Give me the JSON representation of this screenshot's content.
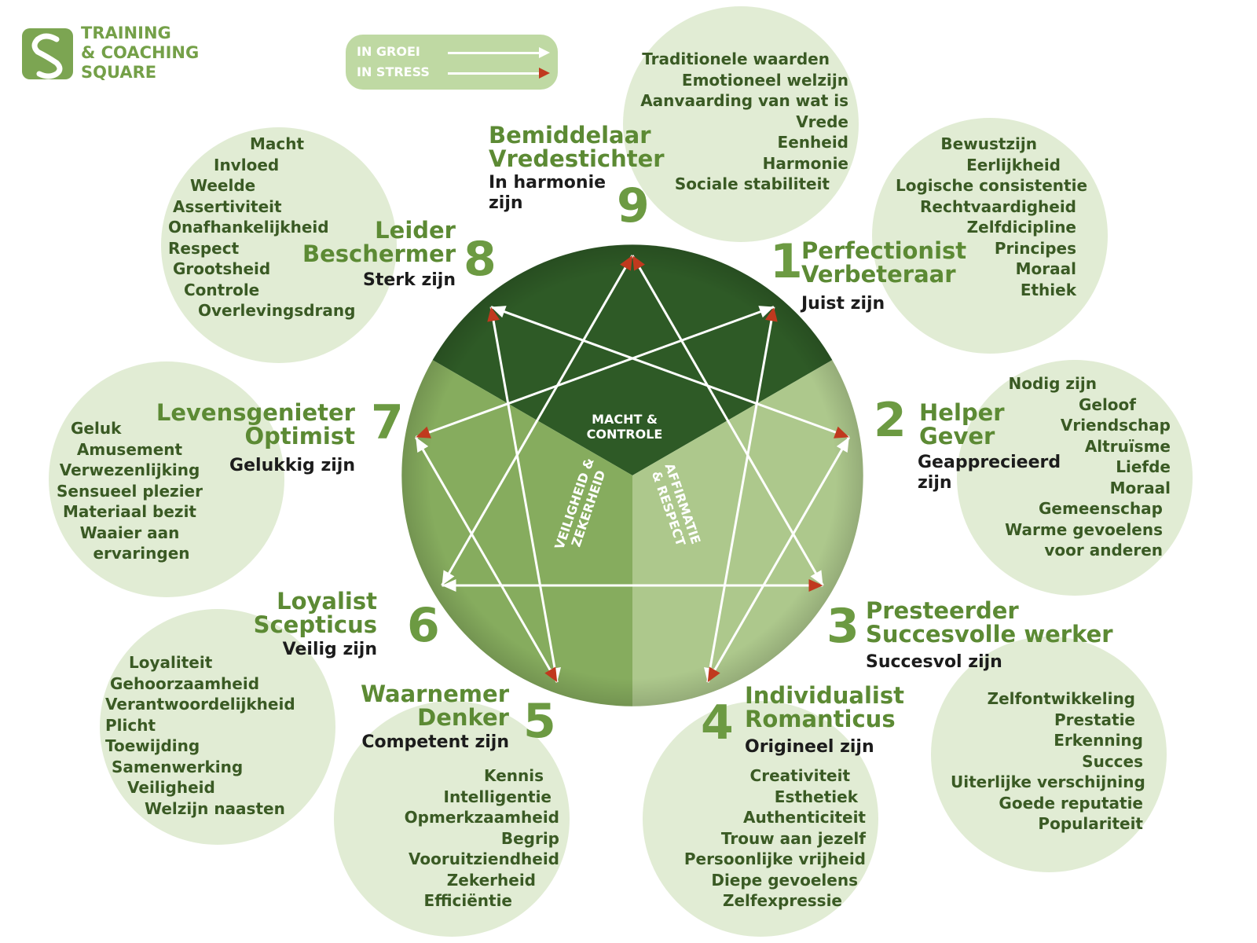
{
  "logo": {
    "line1": "TRAINING",
    "line2": "& COACHING",
    "line3": "SQUARE"
  },
  "legend": {
    "growth": "IN GROEI",
    "stress": "IN STRESS"
  },
  "center": {
    "top": {
      "line1": "MACHT &",
      "line2": "CONTROLE"
    },
    "left": {
      "line1": "VEILIGHEID &",
      "line2": "ZEKERHEID"
    },
    "right": {
      "line1": "AFFIRMATIE",
      "line2": "& RESPECT"
    }
  },
  "types": [
    {
      "number": "9",
      "title1": "Bemiddelaar",
      "title2": "Vredestichter",
      "motto1": "In harmonie",
      "motto2": "zijn",
      "values": [
        "Traditionele waarden",
        "Emotioneel welzijn",
        "Aanvaarding van wat is",
        "Vrede",
        "Eenheid",
        "Harmonie",
        "Sociale stabiliteit"
      ]
    },
    {
      "number": "1",
      "title1": "Perfectionist",
      "title2": "Verbeteraar",
      "motto": "Juist zijn",
      "values": [
        "Bewustzijn",
        "Eerlijkheid",
        "Logische consistentie",
        "Rechtvaardigheid",
        "Zelfdicipline",
        "Principes",
        "Moraal",
        "Ethiek"
      ]
    },
    {
      "number": "2",
      "title1": "Helper",
      "title2": "Gever",
      "motto1": "Geapprecieerd",
      "motto2": "zijn",
      "values": [
        "Nodig zijn",
        "Geloof",
        "Vriendschap",
        "Altruïsme",
        "Liefde",
        "Moraal",
        "Gemeenschap",
        "Warme gevoelens",
        "voor anderen"
      ]
    },
    {
      "number": "3",
      "title1": "Presteerder",
      "title2": "Succesvolle werker",
      "motto": "Succesvol zijn",
      "values": [
        "Zelfontwikkeling",
        "Prestatie",
        "Erkenning",
        "Succes",
        "Uiterlijke verschijning",
        "Goede reputatie",
        "Populariteit"
      ]
    },
    {
      "number": "4",
      "title1": "Individualist",
      "title2": "Romanticus",
      "motto": "Origineel zijn",
      "values": [
        "Creativiteit",
        "Esthetiek",
        "Authenticiteit",
        "Trouw aan jezelf",
        "Persoonlijke vrijheid",
        "Diepe gevoelens",
        "Zelfexpressie"
      ]
    },
    {
      "number": "5",
      "title1": "Waarnemer",
      "title2": "Denker",
      "motto": "Competent zijn",
      "values": [
        "Kennis",
        "Intelligentie",
        "Opmerkzaamheid",
        "Begrip",
        "Vooruitziendheid",
        "Zekerheid",
        "Efficiëntie"
      ]
    },
    {
      "number": "6",
      "title1": "Loyalist",
      "title2": "Scepticus",
      "motto": "Veilig zijn",
      "values": [
        "Loyaliteit",
        "Gehoorzaamheid",
        "Verantwoordelijkheid",
        "Plicht",
        "Toewijding",
        "Samenwerking",
        "Veiligheid",
        "Welzijn naasten"
      ]
    },
    {
      "number": "7",
      "title1": "Levensgenieter",
      "title2": "Optimist",
      "motto": "Gelukkig zijn",
      "values": [
        "Geluk",
        "Amusement",
        "Verwezenlijking",
        "Sensueel plezier",
        "Materiaal bezit",
        "Waaier aan",
        "ervaringen"
      ]
    },
    {
      "number": "8",
      "title1": "Leider",
      "title2": "Beschermer",
      "motto": "Sterk zijn",
      "values": [
        "Macht",
        "Invloed",
        "Weelde",
        "Assertiviteit",
        "Onafhankelijkheid",
        "Respect",
        "Grootsheid",
        "Controle",
        "Overlevingsdrang"
      ]
    }
  ],
  "colors": {
    "dark": "#2e5a26",
    "mid": "#86ac5e",
    "light": "#adc88c",
    "bubble": "#e1ecd4",
    "title": "#5c8a34",
    "stressHead": "#c0391e"
  }
}
